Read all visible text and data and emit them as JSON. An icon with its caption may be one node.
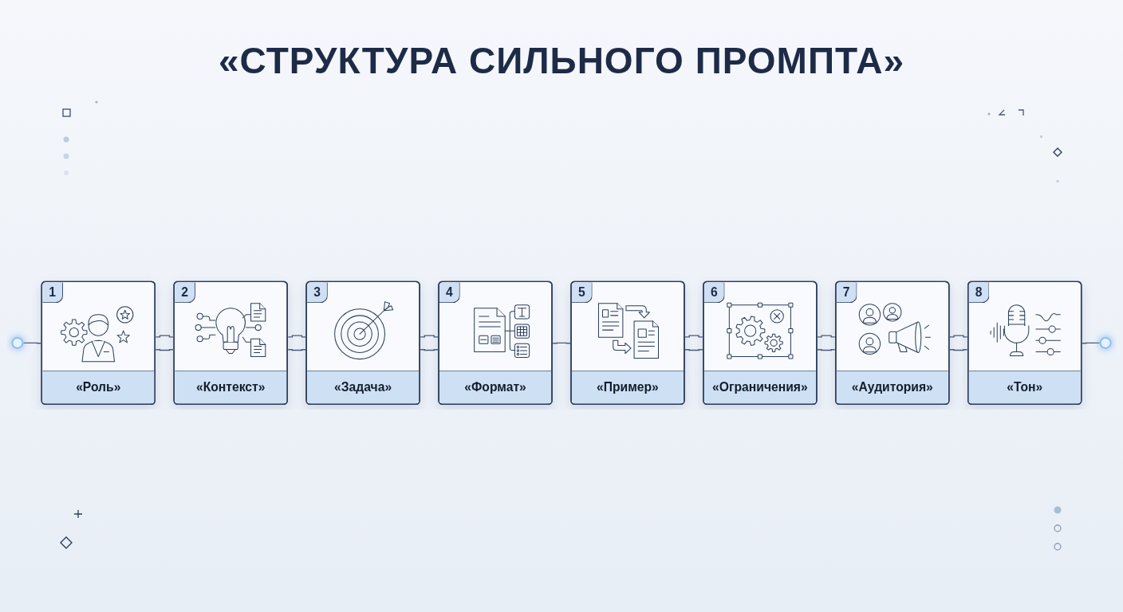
{
  "diagram": {
    "title": "«СТРУКТУРА СИЛЬНОГО ПРОМПТА»",
    "nodes": [
      {
        "text": [],
        "shape": "circle"
      },
      {
        "text": [
          "1",
          "«Роль»"
        ]
      },
      {
        "text": [
          "2",
          "«Контекст»"
        ]
      },
      {
        "text": [
          "3",
          "«Задача»"
        ]
      },
      {
        "text": [
          "4",
          "«Формат»"
        ]
      },
      {
        "text": [
          "5",
          "«Пример»"
        ]
      },
      {
        "text": [
          "6",
          "«Ограничения»"
        ]
      },
      {
        "text": [
          "7",
          "«Аудитория»"
        ]
      },
      {
        "text": [
          "8",
          "«Тон»"
        ]
      },
      {
        "text": [],
        "shape": "circle"
      }
    ],
    "edges": [
      {
        "from": 0,
        "to": 1,
        "arrow": "none"
      },
      {
        "from": 1,
        "to": 2,
        "arrow": "none"
      },
      {
        "from": 1,
        "to": 2,
        "arrow": "none"
      },
      {
        "from": 2,
        "to": 3,
        "arrow": "none"
      },
      {
        "from": 2,
        "to": 3,
        "arrow": "none"
      },
      {
        "from": 3,
        "to": 4,
        "arrow": "none"
      },
      {
        "from": 3,
        "to": 4,
        "arrow": "none"
      },
      {
        "from": 4,
        "to": 5,
        "arrow": "none"
      },
      {
        "from": 5,
        "to": 6,
        "arrow": "none"
      },
      {
        "from": 5,
        "to": 6,
        "arrow": "none"
      },
      {
        "from": 6,
        "to": 7,
        "arrow": "none"
      },
      {
        "from": 6,
        "to": 7,
        "arrow": "none"
      },
      {
        "from": 7,
        "to": 8,
        "arrow": "none"
      },
      {
        "from": 7,
        "to": 8,
        "arrow": "none"
      },
      {
        "from": 8,
        "to": 9,
        "arrow": "none"
      }
    ]
  }
}
